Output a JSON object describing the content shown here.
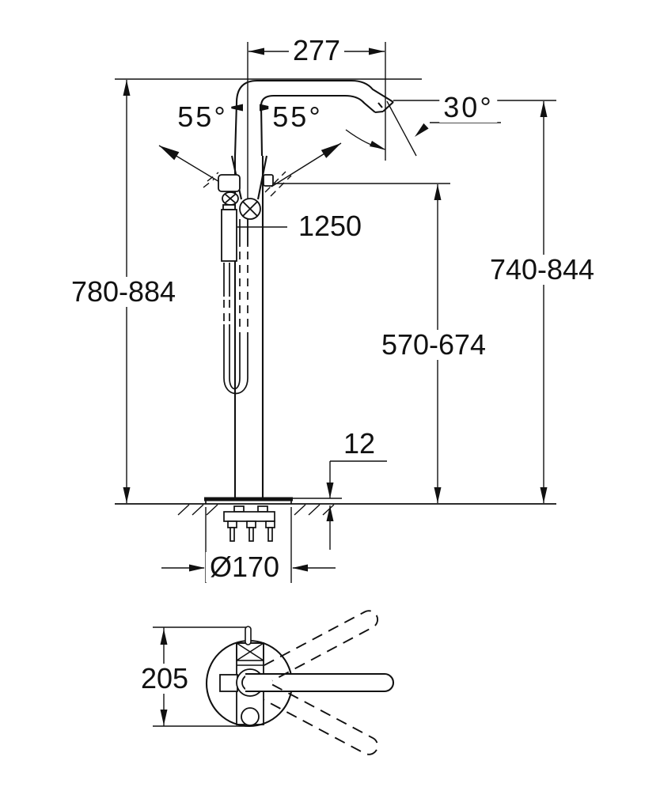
{
  "drawing": {
    "name": "freestanding-bath-faucet-dimension-drawing",
    "views": {
      "front_view": "front elevation with floor mounting",
      "top_view": "plan view with swivel spout positions"
    },
    "colors": {
      "line": "#111111",
      "background": "#ffffff"
    }
  },
  "dimensions": {
    "spout_reach": "277",
    "swivel_left": "55°",
    "swivel_right": "55°",
    "spout_angle": "30°",
    "hose_length": "1250",
    "height_total": "780-884",
    "height_outlet": "740-844",
    "height_connection": "570-674",
    "base_thickness": "12",
    "base_diameter": "Ø170",
    "plan_depth": "205"
  }
}
